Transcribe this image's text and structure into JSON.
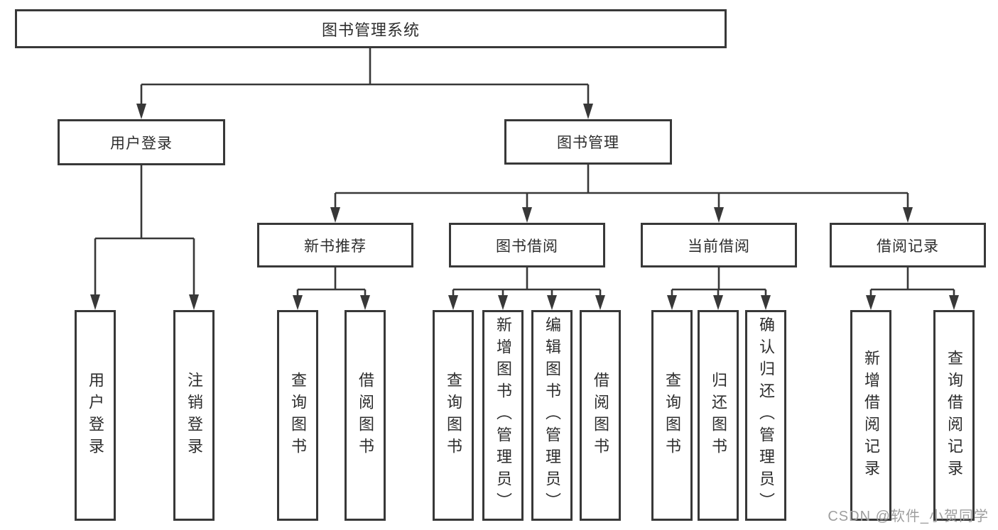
{
  "diagram": {
    "root": {
      "label": "图书管理系统"
    },
    "branches": [
      {
        "label": "用户登录",
        "children": [
          {
            "label": "用户登录"
          },
          {
            "label": "注销登录"
          }
        ]
      },
      {
        "label": "图书管理",
        "children": [
          {
            "label": "新书推荐",
            "children": [
              {
                "label": "查询图书"
              },
              {
                "label": "借阅图书"
              }
            ]
          },
          {
            "label": "图书借阅",
            "children": [
              {
                "label": "查询图书"
              },
              {
                "label": "新增图书（管理员）"
              },
              {
                "label": "编辑图书（管理员）"
              },
              {
                "label": "借阅图书"
              }
            ]
          },
          {
            "label": "当前借阅",
            "children": [
              {
                "label": "查询图书"
              },
              {
                "label": "归还图书"
              },
              {
                "label": "确认归还（管理员）"
              }
            ]
          },
          {
            "label": "借阅记录",
            "children": [
              {
                "label": "新增借阅记录"
              },
              {
                "label": "查询借阅记录"
              }
            ]
          }
        ]
      }
    ]
  },
  "watermark": {
    "text": "CSDN @软件_小贺同学"
  },
  "colors": {
    "line": "#383838",
    "text": "#2d2d2d",
    "watermark": "#9e9e9e"
  }
}
